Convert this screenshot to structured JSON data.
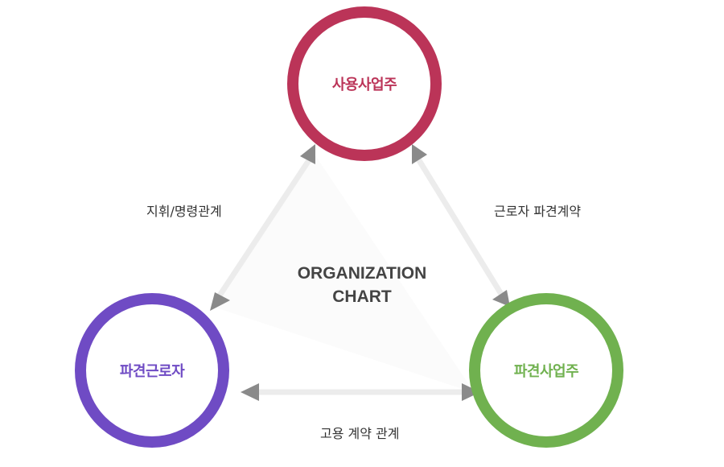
{
  "diagram": {
    "nodes": {
      "top": {
        "label": "사용사업주",
        "color": "#bb3458"
      },
      "left": {
        "label": "파견근로자",
        "color": "#6f4bc4"
      },
      "right": {
        "label": "파견사업주",
        "color": "#70b14f"
      }
    },
    "edges": {
      "top_left": {
        "label": "지휘/명령관계"
      },
      "top_right": {
        "label": "근로자 파견계약"
      },
      "left_right": {
        "label": "고용 계약 관계"
      }
    },
    "center_title": {
      "line1": "ORGANIZATION",
      "line2": "CHART"
    },
    "colors": {
      "connector": "#ececec",
      "arrowhead": "#8a8a8a",
      "triangle_fill": "#fbfbfb"
    }
  }
}
